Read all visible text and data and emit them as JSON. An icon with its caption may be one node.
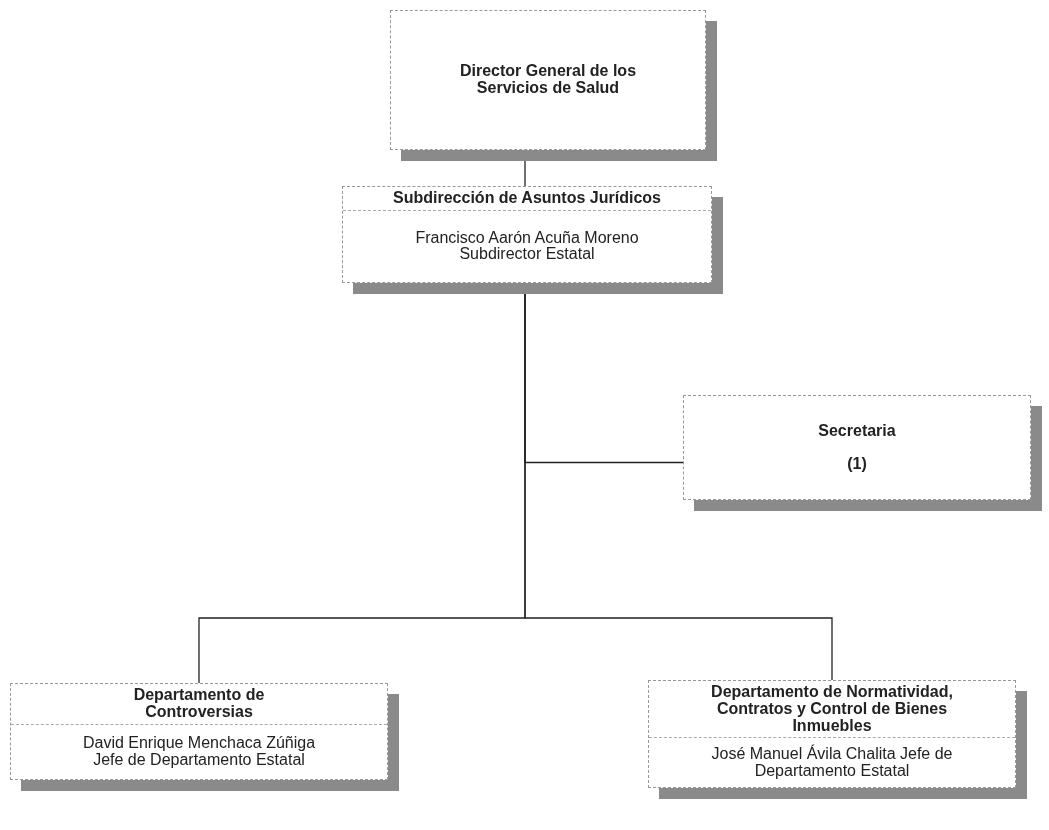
{
  "diagram": {
    "nodes": [
      {
        "text": [
          "Director General de los Servicios de Salud"
        ]
      },
      {
        "text": [
          "Subdirección de Asuntos Jurídicos",
          "Francisco Aarón Acuña Moreno Subdirector Estatal"
        ]
      },
      {
        "text": [
          "Secretaria",
          "(1)"
        ]
      },
      {
        "text": [
          "Departamento de Controversias",
          "David Enrique Menchaca Zúñiga Jefe de Departamento Estatal"
        ]
      },
      {
        "text": [
          "Departamento de Normatividad, Contratos y Control de Bienes Inmuebles",
          "José Manuel Ávila Chalita Jefe de Departamento Estatal"
        ]
      }
    ],
    "edges": [
      {
        "from": 0,
        "to": 1,
        "arrow": "none"
      },
      {
        "from": 1,
        "to": 2,
        "arrow": "none"
      },
      {
        "from": 1,
        "to": 3,
        "arrow": "none"
      },
      {
        "from": 1,
        "to": 4,
        "arrow": "none"
      }
    ]
  }
}
